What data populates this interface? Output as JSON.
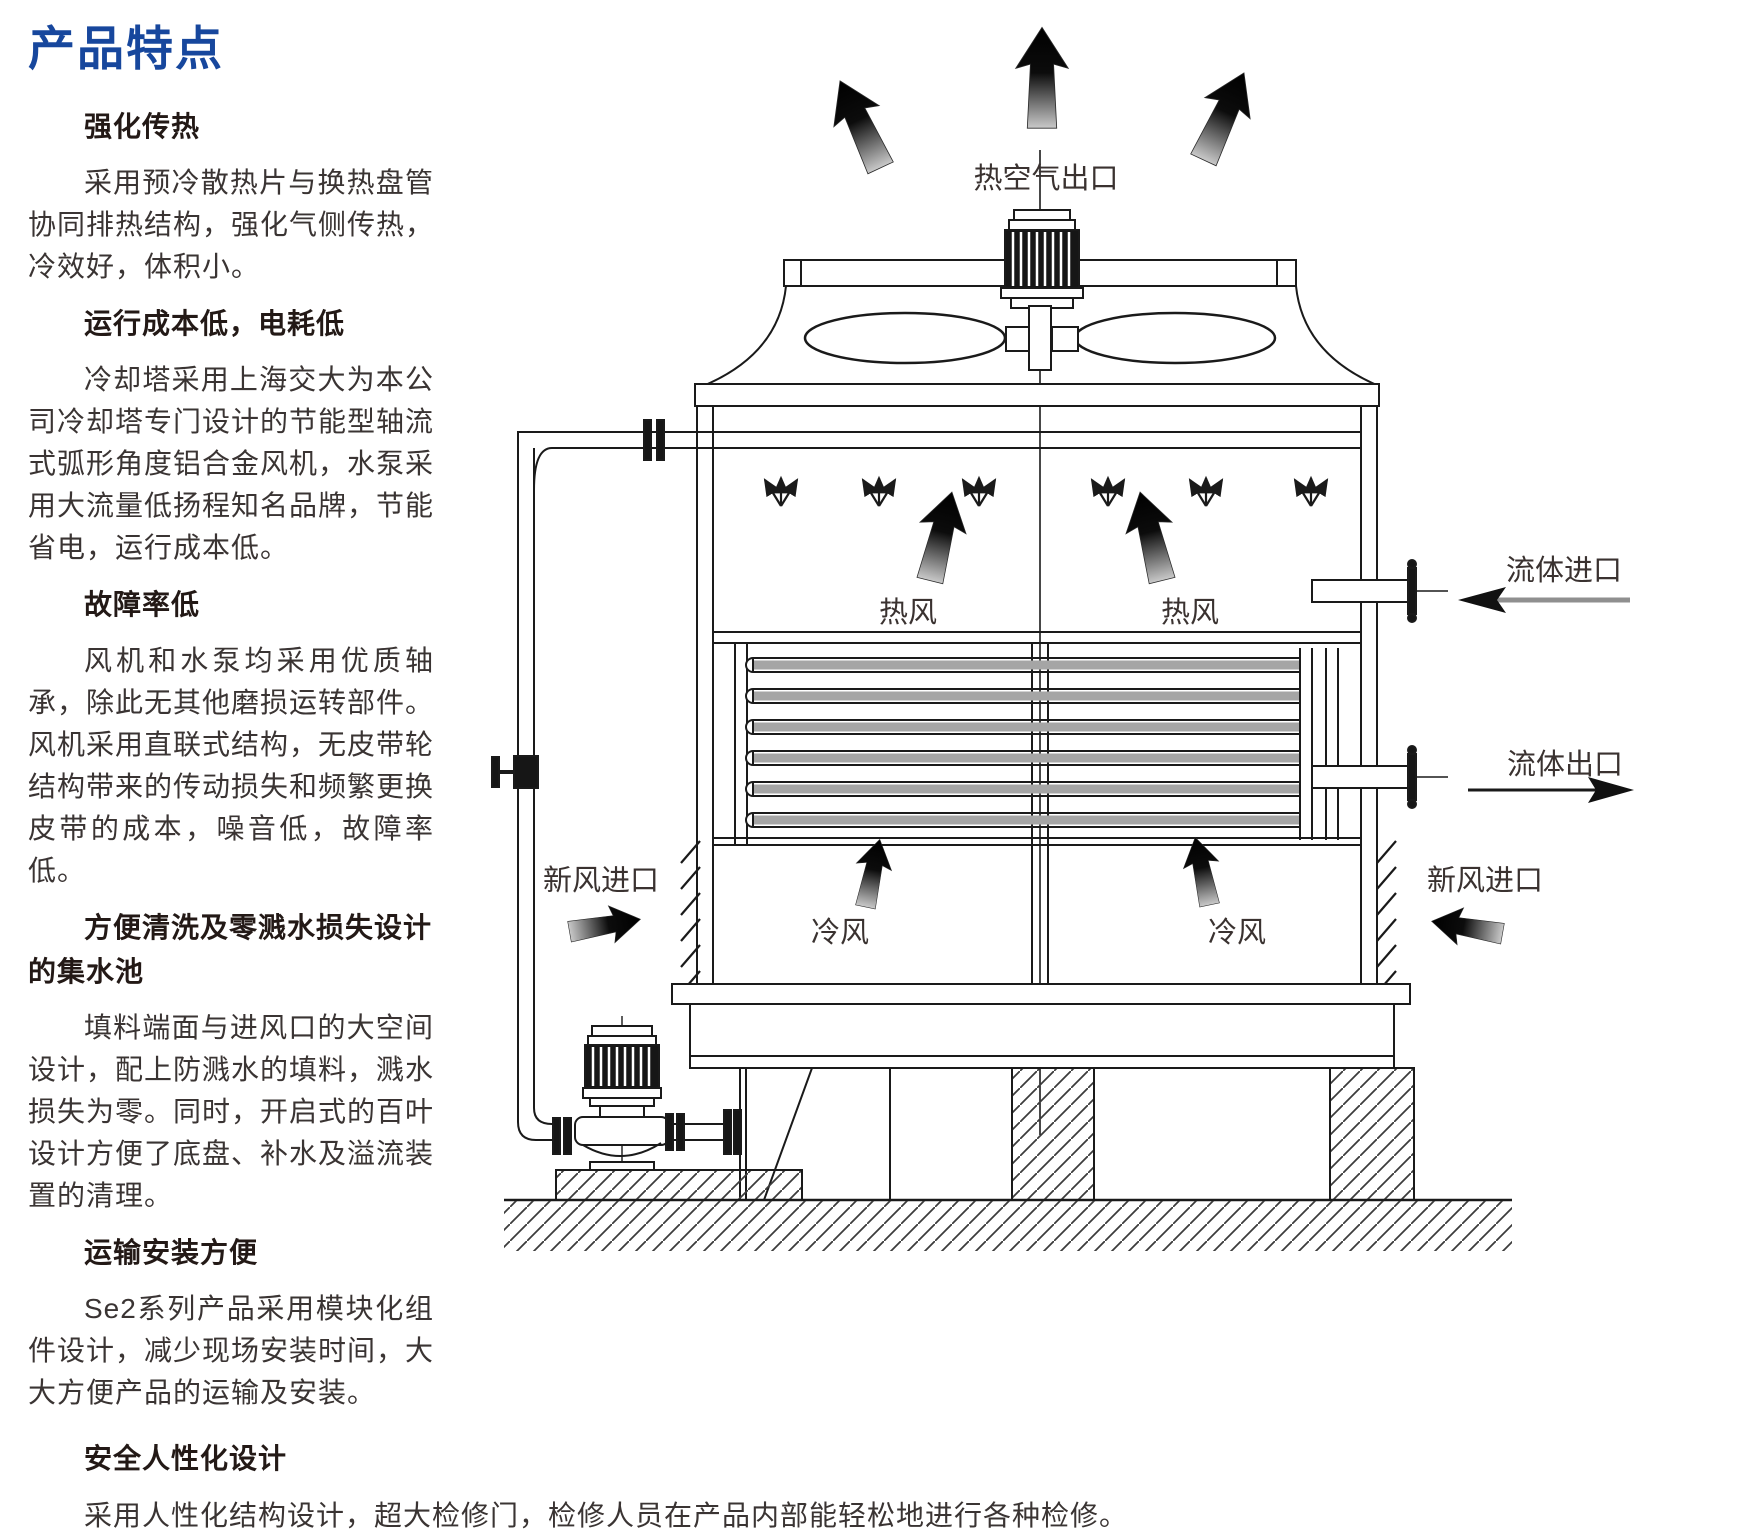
{
  "page": {
    "title": "产品特点"
  },
  "sections": [
    {
      "heading": "强化传热",
      "body": "采用预冷散热片与换热盘管协同排热结构，强化气侧传热，冷效好，体积小。"
    },
    {
      "heading": "运行成本低，电耗低",
      "body": "冷却塔采用上海交大为本公司冷却塔专门设计的节能型轴流式弧形角度铝合金风机，水泵采用大流量低扬程知名品牌，节能省电，运行成本低。"
    },
    {
      "heading": "故障率低",
      "body": "风机和水泵均采用优质轴承，除此无其他磨损运转部件。风机采用直联式结构，无皮带轮结构带来的传动损失和频繁更换皮带的成本，噪音低，故障率低。"
    },
    {
      "heading": "方便清洗及零溅水损失设计的集水池",
      "body": "填料端面与进风口的大空间设计，配上防溅水的填料，溅水损失为零。同时，开启式的百叶设计方便了底盘、补水及溢流装置的清理。"
    },
    {
      "heading": "运输安装方便",
      "body": "Se2系列产品采用模块化组件设计，减少现场安装时间，大大方便产品的运输及安装。"
    },
    {
      "heading": "安全人性化设计",
      "body": "采用人性化结构设计，超大检修门，检修人员在产品内部能轻松地进行各种检修。"
    }
  ],
  "diagram": {
    "labels": {
      "hot_air_outlet": "热空气出口",
      "hot_wind": "热风",
      "fluid_inlet": "流体进口",
      "fluid_outlet": "流体出口",
      "fresh_air_inlet": "新风进口",
      "cold_wind": "冷风"
    }
  },
  "colors": {
    "title_blue": "#17479d",
    "heading_text": "#231916",
    "body_text": "#3a3433",
    "line_art": "#1a1a1a",
    "tube_gray": "#a5a5a5"
  }
}
